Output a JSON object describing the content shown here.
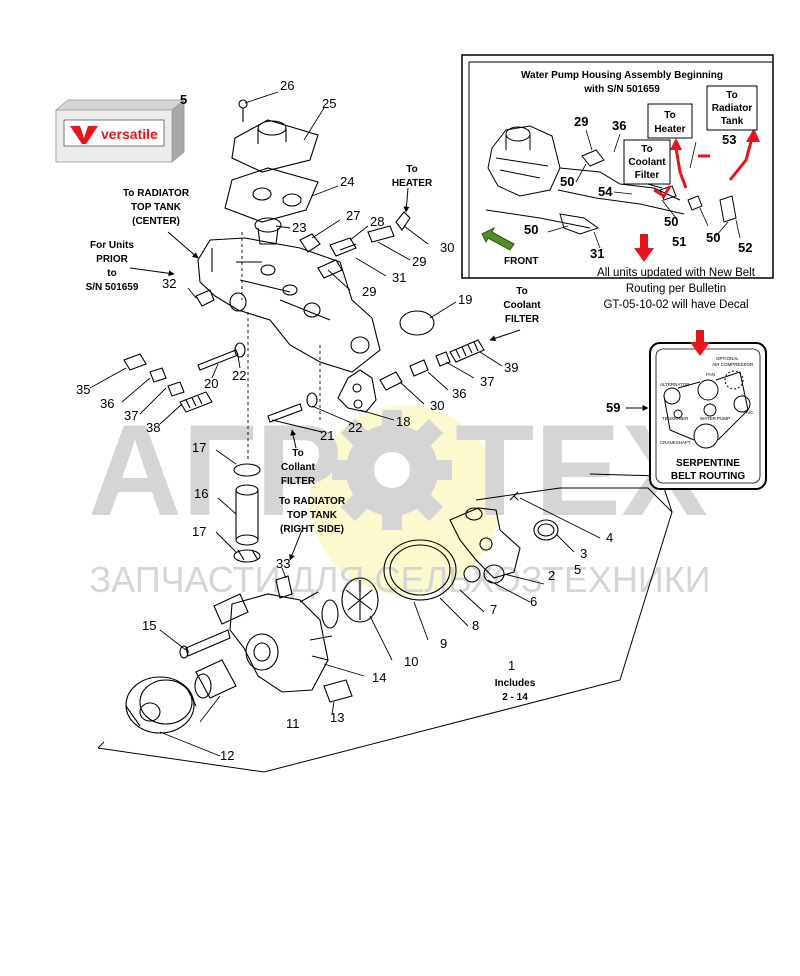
{
  "logo": {
    "text": "versatile",
    "callout": "5"
  },
  "main_labels": {
    "to_radiator_top_center": [
      "To RADIATOR",
      "TOP TANK",
      "(CENTER)"
    ],
    "to_heater": [
      "To",
      "HEATER"
    ],
    "units_prior": [
      "For Units",
      "PRIOR",
      "to",
      "S/N 501659"
    ],
    "to_coolant_filter_right": [
      "To",
      "Coolant",
      "FILTER"
    ],
    "to_collant_filter_mid": [
      "To",
      "Collant",
      "FILTER"
    ],
    "to_radiator_top_right": [
      "To RADIATOR",
      "TOP TANK",
      "(RIGHT SIDE)"
    ],
    "includes": [
      "Includes",
      "2 - 14"
    ]
  },
  "part_numbers": [
    "26",
    "25",
    "24",
    "27",
    "28",
    "23",
    "30",
    "29",
    "31",
    "29",
    "32",
    "19",
    "39",
    "35",
    "20",
    "22",
    "37",
    "36",
    "36",
    "37",
    "30",
    "38",
    "21",
    "22",
    "18",
    "17",
    "16",
    "17",
    "33",
    "15",
    "4",
    "3",
    "2",
    "5",
    "6",
    "7",
    "8",
    "9",
    "10",
    "1",
    "14",
    "11",
    "13",
    "12"
  ],
  "inset": {
    "title": [
      "Water Pump Housing Assembly Beginning",
      "with S/N 501659"
    ],
    "boxes": {
      "to_heater": [
        "To",
        "Heater"
      ],
      "to_coolant_filter": [
        "To",
        "Coolant",
        "Filter"
      ],
      "to_radiator_tank": [
        "To",
        "Radiator",
        "Tank"
      ]
    },
    "front_label": "FRONT",
    "numbers": [
      "29",
      "36",
      "53",
      "50",
      "54",
      "50",
      "50",
      "51",
      "50",
      "52",
      "31"
    ]
  },
  "bulletin_note": [
    "All units updated with New Belt",
    "Routing per Bulletin",
    "GT-05-10-02 will have Decal"
  ],
  "decal": {
    "callout": "59",
    "labels": {
      "optional": "OPTIONAL",
      "air_compressor": "AIR COMPRESSOR",
      "fan": "FAN",
      "alternator": "ALTERNATOR",
      "tensioner": "TENSIONER",
      "water_pump": "WATER PUMP",
      "ac": "A/C",
      "crankshaft": "CRANKSHAFT"
    },
    "title": [
      "SERPENTINE",
      "BELT ROUTING"
    ]
  },
  "watermark": {
    "brand_left": "АГР",
    "brand_right": "ТЕХ",
    "tagline": "ЗАПЧАСТИ ДЛЯ СЕЛЬХОЗТЕХНИКИ"
  },
  "colors": {
    "accent_red": "#e8141c",
    "arrow_green": "#4e8f2a",
    "watermark_gray": "#b4b4b4",
    "gear_yellow": "#f2f07c"
  }
}
